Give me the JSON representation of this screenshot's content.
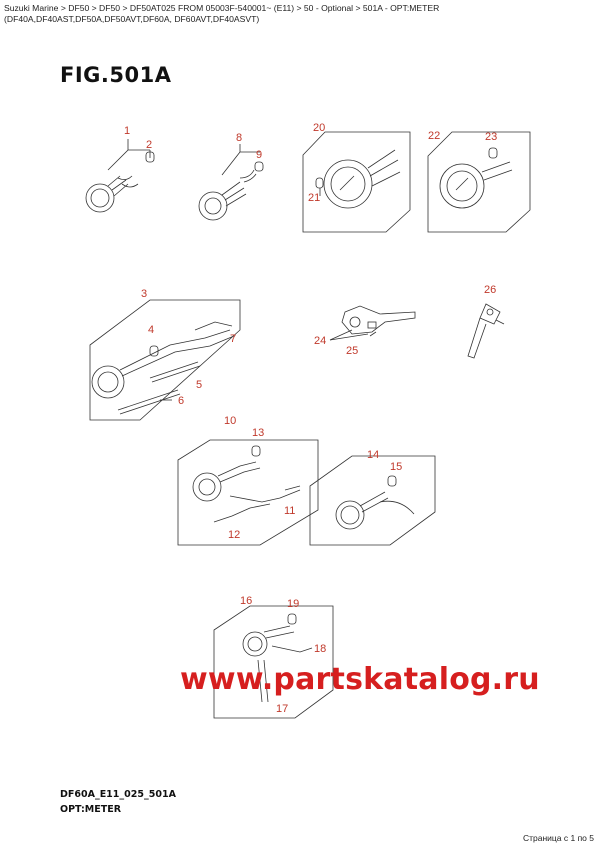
{
  "breadcrumb": "Suzuki Marine > DF50 > DF50 > DF50AT025 FROM 05003F-540001~ (E11) > 50 - Optional > 501A - OPT:METER (DF40A,DF40AST,DF50A,DF50AVT,DF60A, DF60AVT,DF40ASVT)",
  "figure_title": "FIG.501A",
  "diagram_code": "DF60A_E11_025_501A",
  "diagram_subtitle": "OPT:METER",
  "watermark": "www.partskatalog.ru",
  "pagination": "Страница с 1 по 5",
  "callouts": {
    "c1": "1",
    "c2": "2",
    "c3": "3",
    "c4": "4",
    "c5": "5",
    "c6": "6",
    "c7": "7",
    "c8": "8",
    "c9": "9",
    "c10": "10",
    "c11": "11",
    "c12": "12",
    "c13": "13",
    "c14": "14",
    "c15": "15",
    "c16": "16",
    "c17": "17",
    "c18": "18",
    "c19": "19",
    "c20": "20",
    "c21": "21",
    "c22": "22",
    "c23": "23",
    "c24": "24",
    "c25": "25",
    "c26": "26"
  },
  "colors": {
    "callout": "#c0392b",
    "watermark": "#d61f1f",
    "line": "#333333"
  }
}
